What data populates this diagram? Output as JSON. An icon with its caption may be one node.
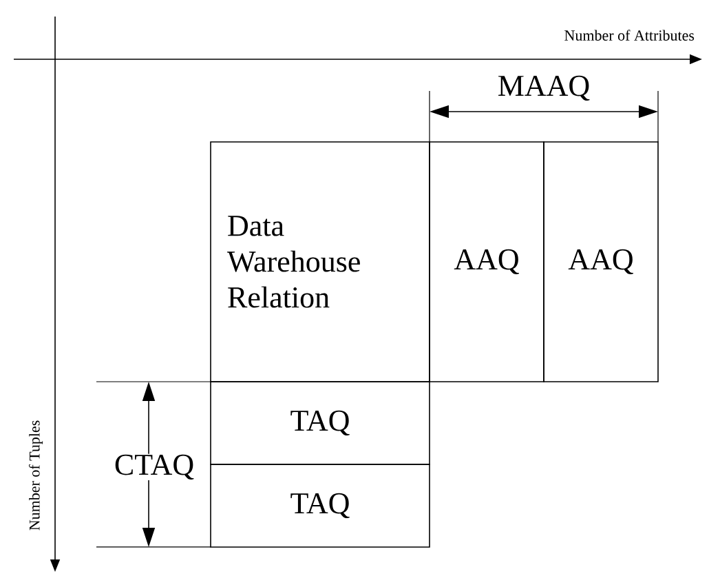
{
  "diagram": {
    "nodes": [
      {
        "text": [
          "Data Warehouse Relation"
        ]
      },
      {
        "text": [
          "AAQ"
        ]
      },
      {
        "text": [
          "AAQ"
        ]
      },
      {
        "text": [
          "TAQ"
        ]
      },
      {
        "text": [
          "TAQ"
        ]
      }
    ],
    "labels": [
      "Number of Attributes",
      "MAAQ",
      "CTAQ",
      "Number of Tuples"
    ]
  }
}
